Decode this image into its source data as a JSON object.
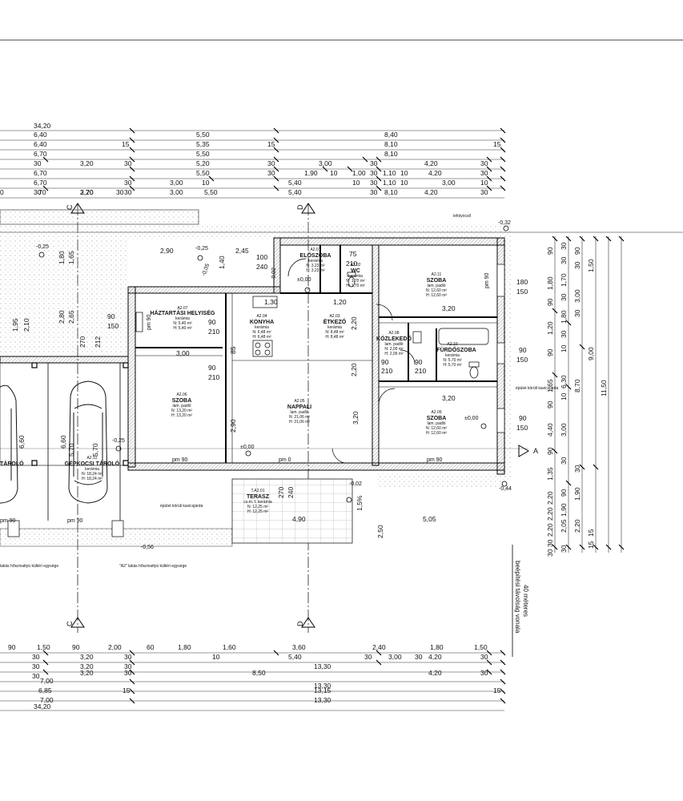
{
  "top_dimensions": {
    "row1": [
      "34,20"
    ],
    "row2": [
      "6,40",
      "5,50",
      "8,40"
    ],
    "row3": [
      "6,40",
      "15",
      "5,35",
      "15",
      "8,10",
      "15"
    ],
    "row4": [
      "6,70",
      "5,50",
      "8,10"
    ],
    "row5": [
      "30",
      "3,20",
      "30",
      "5,20",
      "30",
      "3,00",
      "30",
      "4,20",
      "30"
    ],
    "row6": [
      "6,70",
      "5,50",
      "30",
      "1,90",
      "10",
      "1,00",
      "30",
      "1,10",
      "10",
      "4,20",
      "30"
    ],
    "row7": [
      "6,70",
      "30",
      "3,00",
      "10",
      "5,40",
      "10",
      "30",
      "1,10",
      "10",
      "3,00",
      "10"
    ],
    "row8": [
      "30",
      "3,20",
      "30",
      "3,00",
      "5,40",
      "30",
      "4,20",
      "30"
    ],
    "row9": [
      "0",
      "70",
      "2,70",
      "30",
      "5,50",
      "8,10"
    ]
  },
  "bottom_dimensions": {
    "row1": [
      "90",
      "1,50",
      "90",
      "2,00",
      "60",
      "1,80",
      "1,60",
      "3,60",
      "2,40",
      "1,80",
      "1,50"
    ],
    "row2": [
      "30",
      "3,20",
      "30",
      "10",
      "5,40",
      "30",
      "3,00",
      "30",
      "4,20",
      "30"
    ],
    "row3": [
      "30",
      "3,20",
      "30",
      "8,50",
      "13,30",
      "4,20",
      "30"
    ],
    "row4": [
      "30",
      "3,20",
      "30",
      "13,30",
      "15"
    ],
    "row5": [
      "7,00",
      "13,30"
    ],
    "row6": [
      "6,85",
      "15",
      "13,15",
      "15"
    ],
    "row7": [
      "7,00",
      "13,30"
    ],
    "row8": [
      "34,20"
    ]
  },
  "right_dimensions": {
    "col1": [
      "90",
      "1,80",
      "90",
      "1,20",
      "90",
      "1,65",
      "90",
      "4,40",
      "90",
      "1,35",
      "2,20",
      "2,20",
      "2,20",
      "30",
      "30"
    ],
    "col2": [
      "30",
      "30",
      "1,70",
      "30",
      "1,80",
      "30",
      "10",
      "6,30",
      "10",
      "3,00",
      "30",
      "90",
      "1,90",
      "2,05",
      "30"
    ],
    "col3": [
      "90",
      "30",
      "3,00",
      "30",
      "8,70",
      "30",
      "1,90",
      "2,20"
    ],
    "col4": [
      "1,50",
      "9,00",
      "15",
      "15"
    ],
    "col5": [
      "11,50"
    ]
  },
  "rooms": [
    {
      "id": "A2.01",
      "name": "ELŐSZOBA",
      "floor": "kerámia",
      "area_n": "N: 3,23 m²",
      "area_h": "H: 3,23 m²"
    },
    {
      "id": "A2.02",
      "name": "WC",
      "floor": "kerámia",
      "area_n": "N: 1,70 m²",
      "area_h": "H: 1,70 m²"
    },
    {
      "id": "A2.03",
      "name": "ÉTKEZŐ",
      "floor": "kerámia",
      "area_n": "N: 8,48 m²",
      "area_h": "H: 8,48 m²"
    },
    {
      "id": "A2.04",
      "name": "KONYHA",
      "floor": "kerámia",
      "area_n": "N: 6,48 m²",
      "area_h": "H: 6,48 m²"
    },
    {
      "id": "A2.05",
      "name": "NAPPALI",
      "floor": "lam. padló",
      "area_n": "N: 21,06 m²",
      "area_h": "H: 21,06 m²"
    },
    {
      "id": "A2.06",
      "name": "SZOBA",
      "floor": "lam. padló",
      "area_n": "N: 13,20 m²",
      "area_h": "H: 13,20 m²"
    },
    {
      "id": "A2.07",
      "name": "HÁZTARTÁSI HELYISÉG",
      "floor": "kerámia",
      "area_n": "N: 5,40 m²",
      "area_h": "H: 5,40 m²"
    },
    {
      "id": "A2.08",
      "name": "KÖZLEKEDŐ",
      "floor": "lam. padló",
      "area_n": "N: 2,09 m²",
      "area_h": "H: 2,09 m²"
    },
    {
      "id": "A2.09",
      "name": "SZOBA",
      "floor": "lam. padló",
      "area_n": "N: 12,60 m²",
      "area_h": "H: 12,60 m²"
    },
    {
      "id": "A2.10",
      "name": "FÜRDŐSZOBA",
      "floor": "kerámia",
      "area_n": "N: 5,70 m²",
      "area_h": "H: 5,70 m²"
    },
    {
      "id": "A2.11",
      "name": "SZOBA",
      "floor": "lam. padló",
      "area_n": "N: 12,60 m²",
      "area_h": "H: 12,60 m²"
    },
    {
      "id": "A2.12",
      "name": "GÉPKOCSI TÁROLÓ",
      "floor": "kerámia",
      "area_n": "N: 18,24 m²",
      "area_h": "H: 18,24 m²"
    },
    {
      "id": "T.A2.01",
      "name": "TERASZ",
      "floor": "cs.m. f. kerámia",
      "area_n": "N: 12,25 m²",
      "area_h": "H: 12,25 m²"
    }
  ],
  "labels": {
    "left_garage": "TÁROLÓ",
    "lefolyocso": "lefolyócső",
    "walkway_right": "épület körüli kavicsjárda",
    "walkway_bottom": "épület körüli kavicsjárda",
    "utility_a2": "\"A2\" lakás hőszivattyú kültéri egysége",
    "utility_a1": "lakás hőszivattyú kültéri egysége",
    "setback_line1": "40 méteres",
    "setback_line2": "beépítési távolság vonala",
    "pm90": "pm 90",
    "pm0": "pm 0",
    "zero": "±0,00"
  },
  "levels": [
    "-0,25",
    "-0,25",
    "-0,05",
    "-0,02",
    "-0,32",
    "-0,44",
    "-0,02",
    "-0,25",
    "-0,56"
  ],
  "section_marks": {
    "c": "C",
    "d": "D",
    "a": "A"
  },
  "openings": {
    "door_elo": [
      "100",
      "240"
    ],
    "wc": [
      "75",
      "210"
    ],
    "generic_door": [
      "90",
      "210"
    ],
    "window": [
      "180",
      "150"
    ],
    "window_small": [
      "90",
      "150"
    ],
    "terrace": [
      "270",
      "240"
    ]
  },
  "misc_dims": [
    "2,90",
    "2,45",
    "1,30",
    "3,00",
    "3,20",
    "3,20",
    "4,90",
    "5,05",
    "2,50",
    "2,20",
    "2,20",
    "2,90",
    "3,20",
    "1,80",
    "2,80",
    "2,65",
    "2,10",
    "1,95",
    "270",
    "212",
    "1,65",
    "6,60",
    "6,60",
    "5,70",
    "5,70",
    "1,40",
    "1,20",
    "85",
    "1,5%"
  ]
}
